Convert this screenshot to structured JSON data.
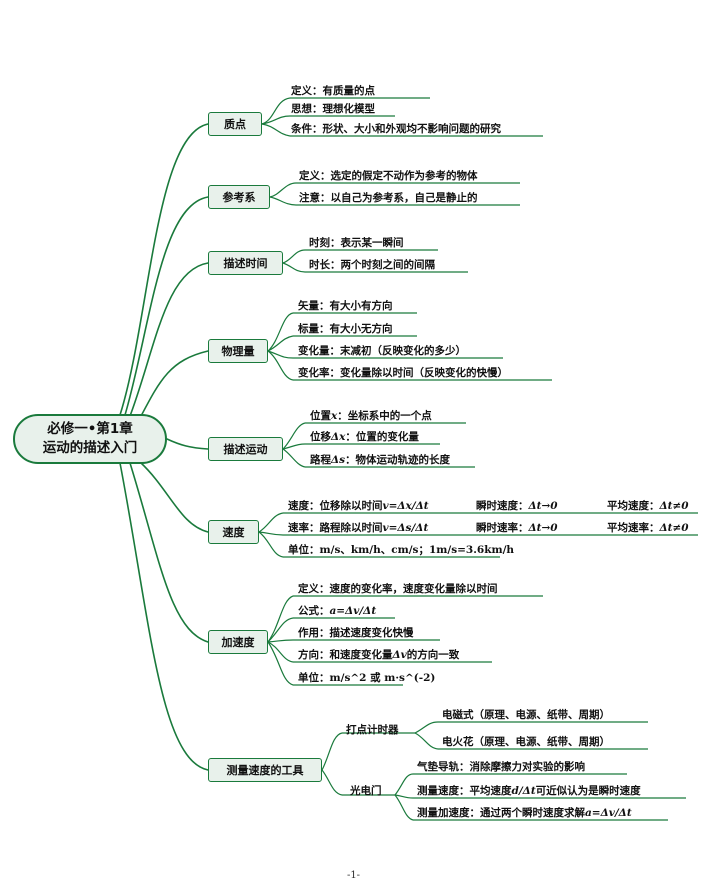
{
  "root": {
    "line1": "必修一•第1章",
    "line2": "运动的描述入门"
  },
  "topics": [
    "质点",
    "参考系",
    "描述时间",
    "物理量",
    "描述运动",
    "速度",
    "加速度",
    "测量速度的工具"
  ],
  "particle": [
    "定义：有质量的点",
    "思想：理想化模型",
    "条件：形状、大小和外观均不影响问题的研究"
  ],
  "reference_frame": [
    "定义：选定的假定不动作为参考的物体",
    "注意：以自己为参考系，自己是静止的"
  ],
  "time": [
    "时刻：表示某一瞬间",
    "时长：两个时刻之间的间隔"
  ],
  "physical_quantity": [
    "矢量：有大小有方向",
    "标量：有大小无方向",
    "变化量：末减初（反映变化的多少）",
    "变化率：变化量除以时间（反映变化的快慢）"
  ],
  "motion": {
    "position": {
      "a": "位置",
      "var": "x",
      "b": "：坐标系中的一个点"
    },
    "displacement": {
      "a": "位移",
      "var": "Δx",
      "b": "：位置的变化量"
    },
    "path": {
      "a": "路程",
      "var": "Δs",
      "b": "：物体运动轨迹的长度"
    }
  },
  "velocity": {
    "row1": {
      "a": "速度：位移除以时间",
      "formula": "v=Δx/Δt",
      "b": "瞬时速度：",
      "b_formula": "Δt→0",
      "c": "平均速度：",
      "c_formula": "Δt≠0"
    },
    "row2": {
      "a": "速率：路程除以时间",
      "formula": "v=Δs/Δt",
      "b": "瞬时速率：",
      "b_formula": "Δt→0",
      "c": "平均速率：",
      "c_formula": "Δt≠0"
    },
    "units": "单位：m/s、km/h、cm/s；1m/s=3.6km/h"
  },
  "acceleration": {
    "0": "定义：速度的变化率，速度变化量除以时间",
    "formula_label": "公式：",
    "formula": "a=Δv/Δt",
    "1": "作用：描述速度变化快慢",
    "dir": {
      "a": "方向：和速度变化量",
      "var": "Δv",
      "b": "的方向一致"
    },
    "2": "单位：m/s^2 或 m·s^(-2)"
  },
  "tools": {
    "timer": "打点计时器",
    "photogate": "光电门",
    "timer_items": [
      "电磁式（原理、电源、纸带、周期）",
      "电火花（原理、电源、纸带、周期）"
    ],
    "photogate_items": [
      "气垫导轨：消除摩擦力对实验的影响"
    ],
    "mv": {
      "a": "测量速度：平均速度",
      "var": "d/Δt",
      "b": "可近似认为是瞬时速度"
    },
    "ma": {
      "a": "测量加速度：通过两个瞬时速度求解",
      "var": "a=Δv/Δt"
    }
  },
  "page_number": "-1-"
}
